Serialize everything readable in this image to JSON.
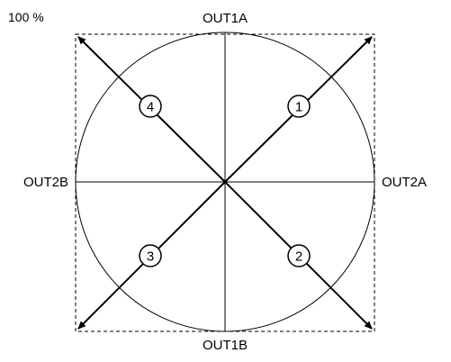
{
  "diagram": {
    "scale_label": "100 %",
    "labels": {
      "top": "OUT1A",
      "bottom": "OUT1B",
      "left": "OUT2B",
      "right": "OUT2A"
    },
    "quadrants": [
      {
        "id": "q1",
        "number": "1",
        "direction": "up-right"
      },
      {
        "id": "q2",
        "number": "2",
        "direction": "down-right"
      },
      {
        "id": "q3",
        "number": "3",
        "direction": "down-left"
      },
      {
        "id": "q4",
        "number": "4",
        "direction": "up-left"
      }
    ],
    "colors": {
      "stroke": "#000000",
      "background": "#ffffff"
    }
  }
}
